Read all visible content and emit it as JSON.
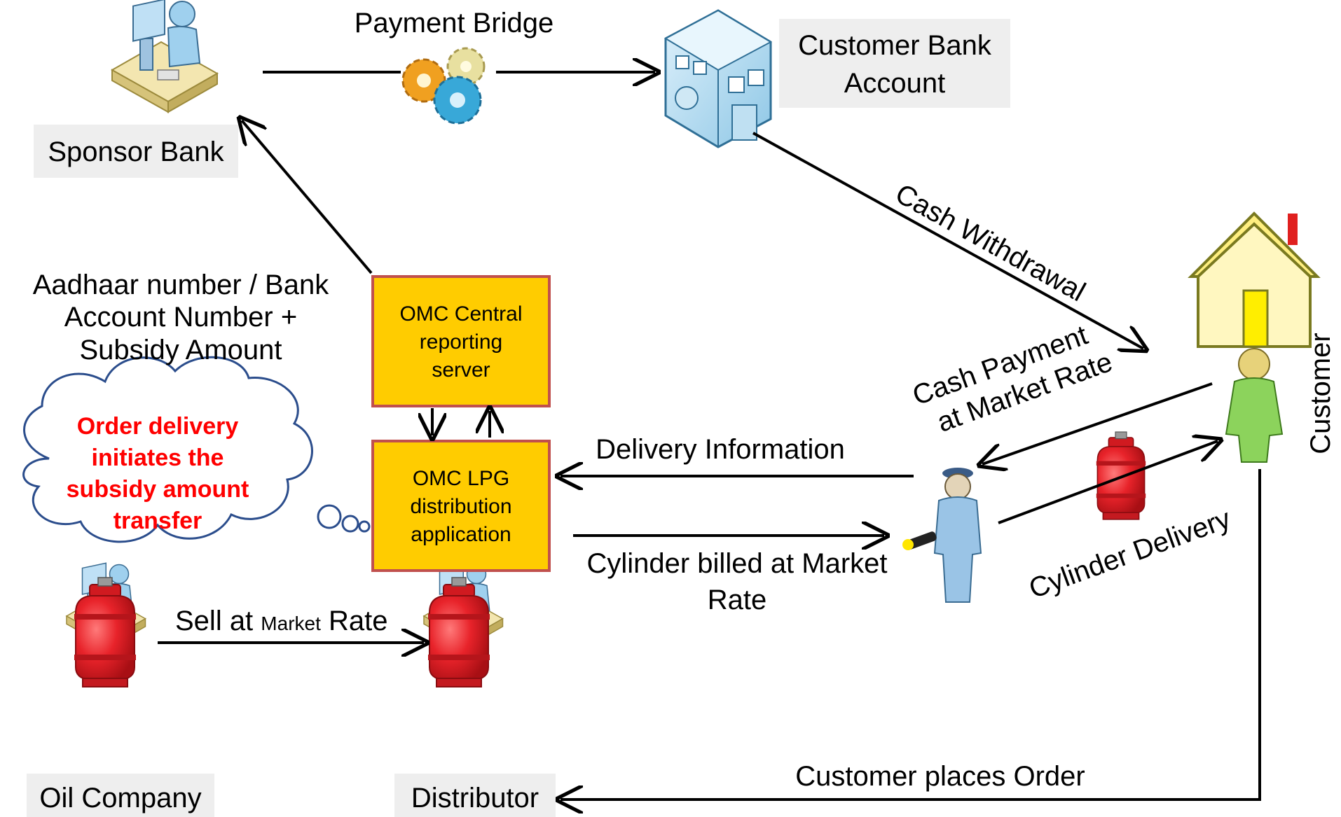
{
  "nodes": {
    "sponsor_bank": "Sponsor Bank",
    "payment_bridge": "Payment  Bridge",
    "customer_bank_line1": "Customer Bank",
    "customer_bank_line2": "Account",
    "customer": "Customer",
    "oil_company": "Oil Company",
    "distributor": "Distributor",
    "omc_central": [
      "OMC Central",
      "reporting",
      "server"
    ],
    "omc_lpg": [
      "OMC LPG",
      "distribution",
      "application"
    ]
  },
  "edges": {
    "aadhaar": [
      "Aadhaar number / Bank",
      "Account Number  +",
      "Subsidy Amount"
    ],
    "cash_withdrawal": "Cash Withdrawal",
    "cash_payment": [
      "Cash Payment",
      "at Market Rate"
    ],
    "delivery_information": "Delivery Information",
    "cylinder_billed": [
      "Cylinder billed at Market",
      "Rate"
    ],
    "cylinder_delivery": "Cylinder Delivery",
    "sell_at": "Sell at ",
    "sell_market": "Market",
    "sell_rate": " Rate",
    "customer_places_order": "Customer places Order"
  },
  "note": [
    "Order delivery",
    "initiates the",
    "subsidy amount",
    "transfer"
  ],
  "colors": {
    "box_fill": "#ffcc00",
    "box_border": "#c0504d",
    "note_text": "#ff0000",
    "cylinder": "#e8232a",
    "label_bg": "#eeeeee"
  },
  "icons": [
    "operator-icon",
    "gears-icon",
    "bank-building-icon",
    "house-icon",
    "person-icon",
    "delivery-man-icon",
    "gas-cylinder-icon"
  ]
}
